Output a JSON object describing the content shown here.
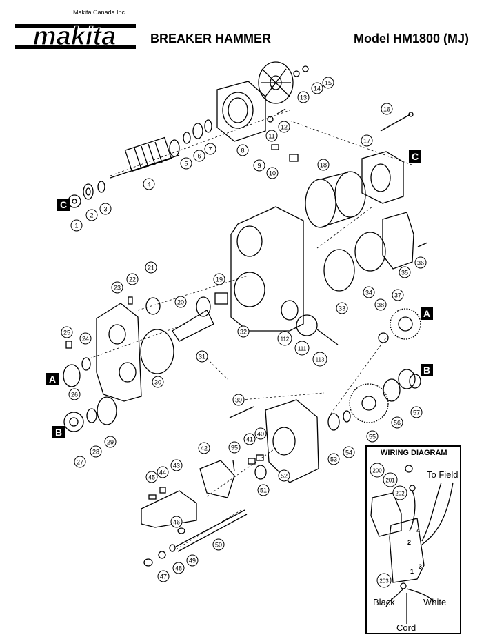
{
  "header": {
    "company": "Makita Canada Inc.",
    "brand": "makita",
    "title": "BREAKER HAMMER",
    "model": "Model HM1800 (MJ)"
  },
  "markers": [
    "A",
    "B",
    "C"
  ],
  "parts": [
    {
      "no": "1"
    },
    {
      "no": "2"
    },
    {
      "no": "3"
    },
    {
      "no": "4"
    },
    {
      "no": "5"
    },
    {
      "no": "6"
    },
    {
      "no": "7"
    },
    {
      "no": "8"
    },
    {
      "no": "9"
    },
    {
      "no": "10"
    },
    {
      "no": "11"
    },
    {
      "no": "12"
    },
    {
      "no": "13"
    },
    {
      "no": "14"
    },
    {
      "no": "15"
    },
    {
      "no": "16"
    },
    {
      "no": "17"
    },
    {
      "no": "18"
    },
    {
      "no": "19"
    },
    {
      "no": "20"
    },
    {
      "no": "21"
    },
    {
      "no": "22"
    },
    {
      "no": "23"
    },
    {
      "no": "24"
    },
    {
      "no": "25"
    },
    {
      "no": "26"
    },
    {
      "no": "27"
    },
    {
      "no": "28"
    },
    {
      "no": "29"
    },
    {
      "no": "30"
    },
    {
      "no": "31"
    },
    {
      "no": "32"
    },
    {
      "no": "33"
    },
    {
      "no": "34"
    },
    {
      "no": "35"
    },
    {
      "no": "36"
    },
    {
      "no": "37"
    },
    {
      "no": "38"
    },
    {
      "no": "39"
    },
    {
      "no": "40"
    },
    {
      "no": "41"
    },
    {
      "no": "42"
    },
    {
      "no": "43"
    },
    {
      "no": "44"
    },
    {
      "no": "45"
    },
    {
      "no": "46"
    },
    {
      "no": "47"
    },
    {
      "no": "48"
    },
    {
      "no": "49"
    },
    {
      "no": "50"
    },
    {
      "no": "51"
    },
    {
      "no": "52"
    },
    {
      "no": "53"
    },
    {
      "no": "54"
    },
    {
      "no": "55"
    },
    {
      "no": "56"
    },
    {
      "no": "57"
    },
    {
      "no": "95"
    },
    {
      "no": "111"
    },
    {
      "no": "112"
    },
    {
      "no": "113"
    },
    {
      "no": "200"
    },
    {
      "no": "201"
    },
    {
      "no": "202"
    },
    {
      "no": "203"
    }
  ],
  "wiring": {
    "title": "WIRING DIAGRAM",
    "to_field": "To Field",
    "black": "Black",
    "white": "White",
    "cord": "Cord",
    "switch_terminals": [
      "2",
      "4",
      "1",
      "3"
    ]
  }
}
